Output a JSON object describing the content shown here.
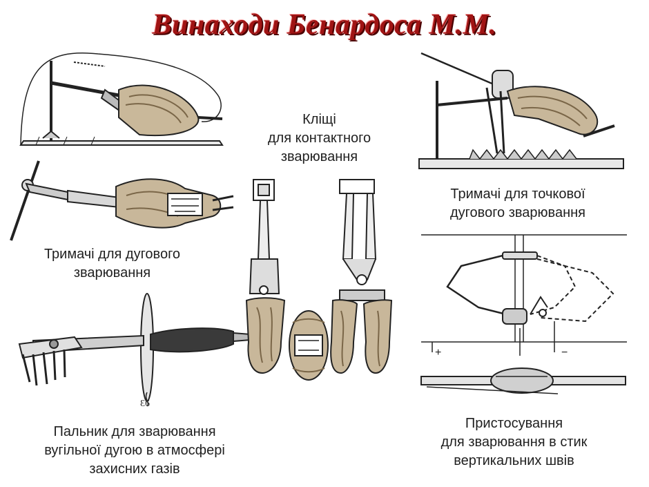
{
  "title": "Винаходи Бенардоса М.М.",
  "captions": {
    "arc_holders": "Тримачі для дугового\nзварювання",
    "contact_tongs": "Кліщі\nдля контактного\nзварювання",
    "spot_holders": "Тримачі для точкової\nдугового зварювання",
    "carbon_torch": "Пальник для зварювання\nвугільної дугою в атмосфері\nзахисних газів",
    "vertical_device": "Пристосування\nдля зварювання в стик\nвертикальних швів"
  },
  "labels": {
    "plus": "+",
    "minus": "−",
    "torch_mark": "Ɛ6"
  }
}
